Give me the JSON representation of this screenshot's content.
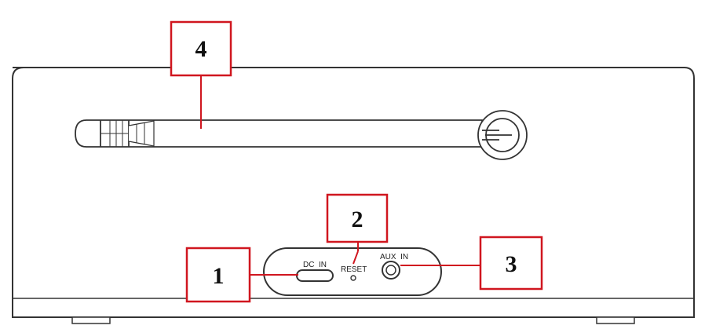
{
  "callouts": [
    {
      "id": "1",
      "target": "dc-in-port"
    },
    {
      "id": "2",
      "target": "reset-pinhole"
    },
    {
      "id": "3",
      "target": "aux-in-jack"
    },
    {
      "id": "4",
      "target": "antenna"
    }
  ],
  "panel": {
    "dc_in_label": "DC  IN",
    "reset_label": "RESET",
    "aux_in_label": "AUX  IN"
  },
  "colors": {
    "callout_border": "#d0161f",
    "outline": "#333333",
    "fill": "#ffffff"
  }
}
